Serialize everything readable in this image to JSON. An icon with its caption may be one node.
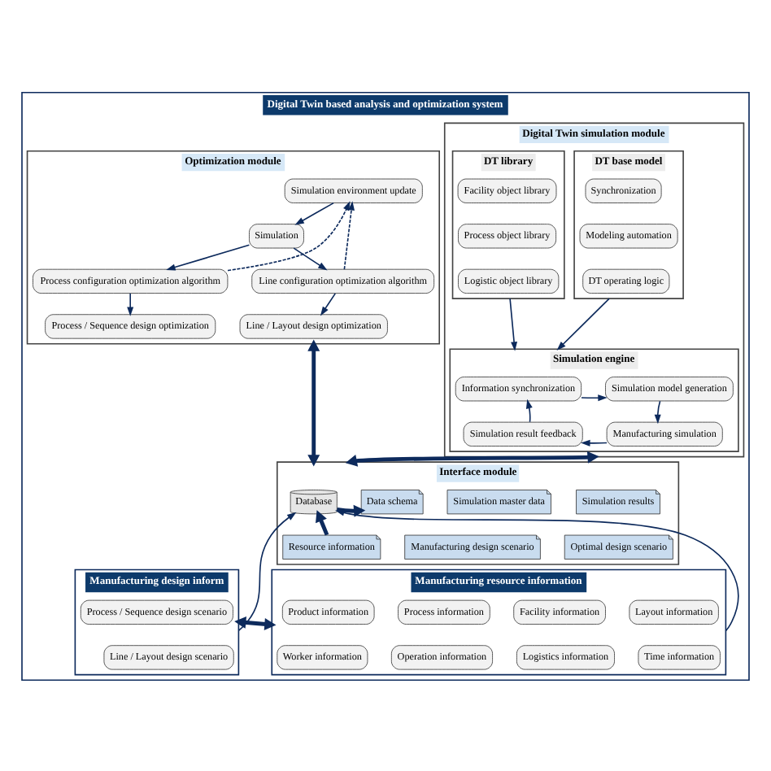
{
  "diagram": {
    "nodes": [
      {
        "text": [
          "Digital Twin based analysis and optimization system"
        ]
      },
      {
        "text": [
          "Digital Twin simulation module"
        ],
        "in": 0
      },
      {
        "text": [
          "DT base model"
        ],
        "in": 1
      },
      {
        "text": [
          "Synchronization"
        ],
        "in": 2
      },
      {
        "text": [
          "Modeling automation"
        ],
        "in": 2
      },
      {
        "text": [
          "DT operating logic"
        ],
        "in": 2
      },
      {
        "text": [
          "DT library"
        ],
        "in": 1
      },
      {
        "text": [
          "Facility object library"
        ],
        "in": 6
      },
      {
        "text": [
          "Process object library"
        ],
        "in": 6
      },
      {
        "text": [
          "Logistic object library"
        ],
        "in": 6
      },
      {
        "text": [
          "Simulation engine"
        ],
        "in": 1
      },
      {
        "text": [
          "Information synchronization"
        ],
        "in": 10
      },
      {
        "text": [
          "Simulation model generation"
        ],
        "in": 10
      },
      {
        "text": [
          "Simulation result feedback"
        ],
        "in": 10
      },
      {
        "text": [
          "Manufacturing simulation"
        ],
        "in": 10
      },
      {
        "text": [
          "Optimization module"
        ],
        "in": 0
      },
      {
        "text": [
          "Simulation environment update"
        ],
        "in": 15
      },
      {
        "text": [
          "Simulation"
        ],
        "in": 15
      },
      {
        "text": [
          "Process configuration optimization algorithm"
        ],
        "in": 15
      },
      {
        "text": [
          "Line configuration optimization algorithm"
        ],
        "in": 15
      },
      {
        "text": [
          "Process / Sequence design optimization"
        ],
        "in": 15
      },
      {
        "text": [
          "Line / Layout design optimization"
        ],
        "in": 15
      },
      {
        "text": [
          "Interface module"
        ],
        "in": 0
      },
      {
        "text": [
          "Database"
        ],
        "in": 22
      },
      {
        "text": [
          "Data schema"
        ],
        "in": 22
      },
      {
        "text": [
          "Simulation master data"
        ],
        "in": 22
      },
      {
        "text": [
          "Simulation results"
        ],
        "in": 22
      },
      {
        "text": [
          "Resource information"
        ],
        "in": 22
      },
      {
        "text": [
          "Manufacturing design scenario"
        ],
        "in": 22
      },
      {
        "text": [
          "Optimal design scenario"
        ],
        "in": 22
      },
      {
        "text": [
          "Manufacturing resource information"
        ],
        "in": 0
      },
      {
        "text": [
          "Product information"
        ],
        "in": 30
      },
      {
        "text": [
          "Process information"
        ],
        "in": 30
      },
      {
        "text": [
          "Facility information"
        ],
        "in": 30
      },
      {
        "text": [
          "Layout information"
        ],
        "in": 30
      },
      {
        "text": [
          "Worker information"
        ],
        "in": 30
      },
      {
        "text": [
          "Operation information"
        ],
        "in": 30
      },
      {
        "text": [
          "Logistics information"
        ],
        "in": 30
      },
      {
        "text": [
          "Time information"
        ],
        "in": 30
      },
      {
        "text": [
          "Manufacturing design inform"
        ],
        "in": 0
      },
      {
        "text": [
          "Process / Sequence design scenario"
        ],
        "in": 39
      },
      {
        "text": [
          "Line / Layout design scenario"
        ],
        "in": 39
      }
    ],
    "edges": [
      {
        "from": 2,
        "to": 10,
        "arrow": "to"
      },
      {
        "from": 6,
        "to": 10,
        "arrow": "to"
      },
      {
        "from": 11,
        "to": 12,
        "arrow": "to"
      },
      {
        "from": 12,
        "to": 14,
        "arrow": "to"
      },
      {
        "from": 14,
        "to": 13,
        "arrow": "to"
      },
      {
        "from": 13,
        "to": 11,
        "arrow": "to"
      },
      {
        "from": 16,
        "to": 17,
        "arrow": "to"
      },
      {
        "from": 17,
        "to": 18,
        "arrow": "to"
      },
      {
        "from": 17,
        "to": 19,
        "arrow": "to"
      },
      {
        "from": 18,
        "to": 20,
        "arrow": "to"
      },
      {
        "from": 19,
        "to": 21,
        "arrow": "to"
      },
      {
        "from": 18,
        "to": 16,
        "arrow": "to",
        "style": "dashed"
      },
      {
        "from": 19,
        "to": 16,
        "arrow": "to",
        "style": "dashed"
      },
      {
        "from": 1,
        "to": 22,
        "arrow": "both",
        "style": "thick"
      },
      {
        "from": 15,
        "to": 22,
        "arrow": "both",
        "style": "thick"
      },
      {
        "from": 23,
        "to": 24,
        "arrow": "to",
        "style": "thick"
      },
      {
        "from": 27,
        "to": 23,
        "arrow": "to",
        "style": "thick"
      },
      {
        "from": 30,
        "to": 23,
        "arrow": "to"
      },
      {
        "from": 39,
        "to": 23,
        "arrow": "to"
      },
      {
        "from": 30,
        "to": 39,
        "arrow": "both",
        "style": "thick"
      }
    ]
  }
}
